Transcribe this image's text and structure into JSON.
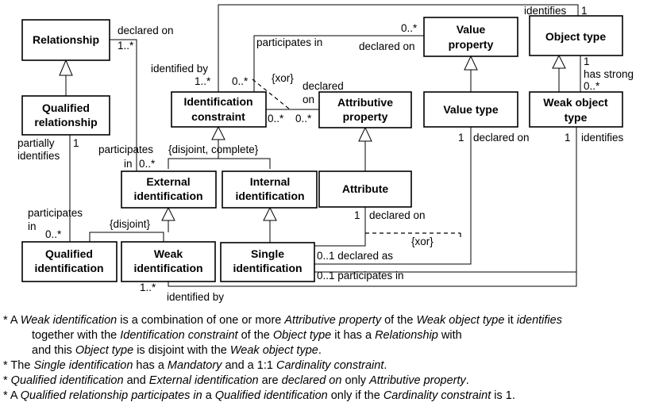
{
  "entities": {
    "relationship": "Relationship",
    "qualified_relationship": [
      "Qualified",
      "relationship"
    ],
    "identification_constraint": [
      "Identification",
      "constraint"
    ],
    "external_identification": [
      "External",
      "identification"
    ],
    "internal_identification": [
      "Internal",
      "identification"
    ],
    "qualified_identification": [
      "Qualified",
      "identification"
    ],
    "weak_identification": [
      "Weak",
      "identification"
    ],
    "single_identification": [
      "Single",
      "identification"
    ],
    "attributive_property": [
      "Attributive",
      "property"
    ],
    "attribute": "Attribute",
    "value_property": [
      "Value",
      "property"
    ],
    "value_type": "Value type",
    "object_type": "Object type",
    "weak_object_type": [
      "Weak object",
      "type"
    ]
  },
  "annotations": {
    "identifies_top": "identifies",
    "one_top": "1",
    "declared_on_rel": "declared on",
    "mult_rel": "1..*",
    "participates_in_top": "participates in",
    "mult_vp": "0..*",
    "declared_on_vp": "declared on",
    "identified_by_top": "identified by",
    "mult_ic_left": "1..*",
    "mult_ic_mid": "0..*",
    "xor_top": "{xor}",
    "declared_on_ap": [
      "declared",
      "on"
    ],
    "mult_ic_right": "0..*",
    "mult_ap_left": "0..*",
    "one_ot": "1",
    "has_strong": "has strong",
    "mult_ot": "0..*",
    "partially_identifies": [
      "partially",
      "identifies"
    ],
    "one_qr": "1",
    "participates_in_ext": [
      "participates",
      "in"
    ],
    "mult_ext": "0..*",
    "disjoint_complete": "{disjoint, complete}",
    "one_vt": "1",
    "declared_on_vt": "declared on",
    "one_wot": "1",
    "identifies_wot": "identifies",
    "participates_in_qi": [
      "participates",
      "in"
    ],
    "mult_qi": "0..*",
    "disjoint": "{disjoint}",
    "one_attr": "1",
    "declared_on_attr": "declared on",
    "xor_bottom": "{xor}",
    "declared_as": "0..1 declared as",
    "participates_in_si": "0..1 participates in",
    "mult_wi": "1..*",
    "identified_by_bottom": "identified by"
  },
  "notes": [
    [
      {
        "t": "* A ",
        "i": false
      },
      {
        "t": "Weak identification",
        "i": true
      },
      {
        "t": " is a combination of one or more ",
        "i": false
      },
      {
        "t": "Attributive property",
        "i": true
      },
      {
        "t": " of the ",
        "i": false
      },
      {
        "t": "Weak object type",
        "i": true
      },
      {
        "t": " it ",
        "i": false
      },
      {
        "t": "identifies",
        "i": true
      }
    ],
    [
      {
        "t": "together with the ",
        "i": false
      },
      {
        "t": "Identification constraint",
        "i": true
      },
      {
        "t": " of the ",
        "i": false
      },
      {
        "t": "Object type",
        "i": true
      },
      {
        "t": " it has a ",
        "i": false
      },
      {
        "t": "Relationship",
        "i": true
      },
      {
        "t": " with",
        "i": false
      }
    ],
    [
      {
        "t": "and this ",
        "i": false
      },
      {
        "t": "Object type",
        "i": true
      },
      {
        "t": " is disjoint with the ",
        "i": false
      },
      {
        "t": "Weak object type",
        "i": true
      },
      {
        "t": ".",
        "i": false
      }
    ],
    [
      {
        "t": "* The ",
        "i": false
      },
      {
        "t": "Single identification",
        "i": true
      },
      {
        "t": " has a ",
        "i": false
      },
      {
        "t": "Mandatory",
        "i": true
      },
      {
        "t": " and a 1:1 ",
        "i": false
      },
      {
        "t": "Cardinality constraint",
        "i": true
      },
      {
        "t": ".",
        "i": false
      }
    ],
    [
      {
        "t": "* ",
        "i": false
      },
      {
        "t": "Qualified identification",
        "i": true
      },
      {
        "t": " and ",
        "i": false
      },
      {
        "t": "External identification",
        "i": true
      },
      {
        "t": " are ",
        "i": false
      },
      {
        "t": "declared on",
        "i": true
      },
      {
        "t": " only ",
        "i": false
      },
      {
        "t": "Attributive property",
        "i": true
      },
      {
        "t": ".",
        "i": false
      }
    ],
    [
      {
        "t": "* A ",
        "i": false
      },
      {
        "t": "Qualified relationship",
        "i": true
      },
      {
        "t": " ",
        "i": false
      },
      {
        "t": "participates in",
        "i": true
      },
      {
        "t": " a ",
        "i": false
      },
      {
        "t": "Qualified identification",
        "i": true
      },
      {
        "t": " only if the ",
        "i": false
      },
      {
        "t": "Cardinality constraint",
        "i": true
      },
      {
        "t": " is 1.",
        "i": false
      }
    ]
  ]
}
